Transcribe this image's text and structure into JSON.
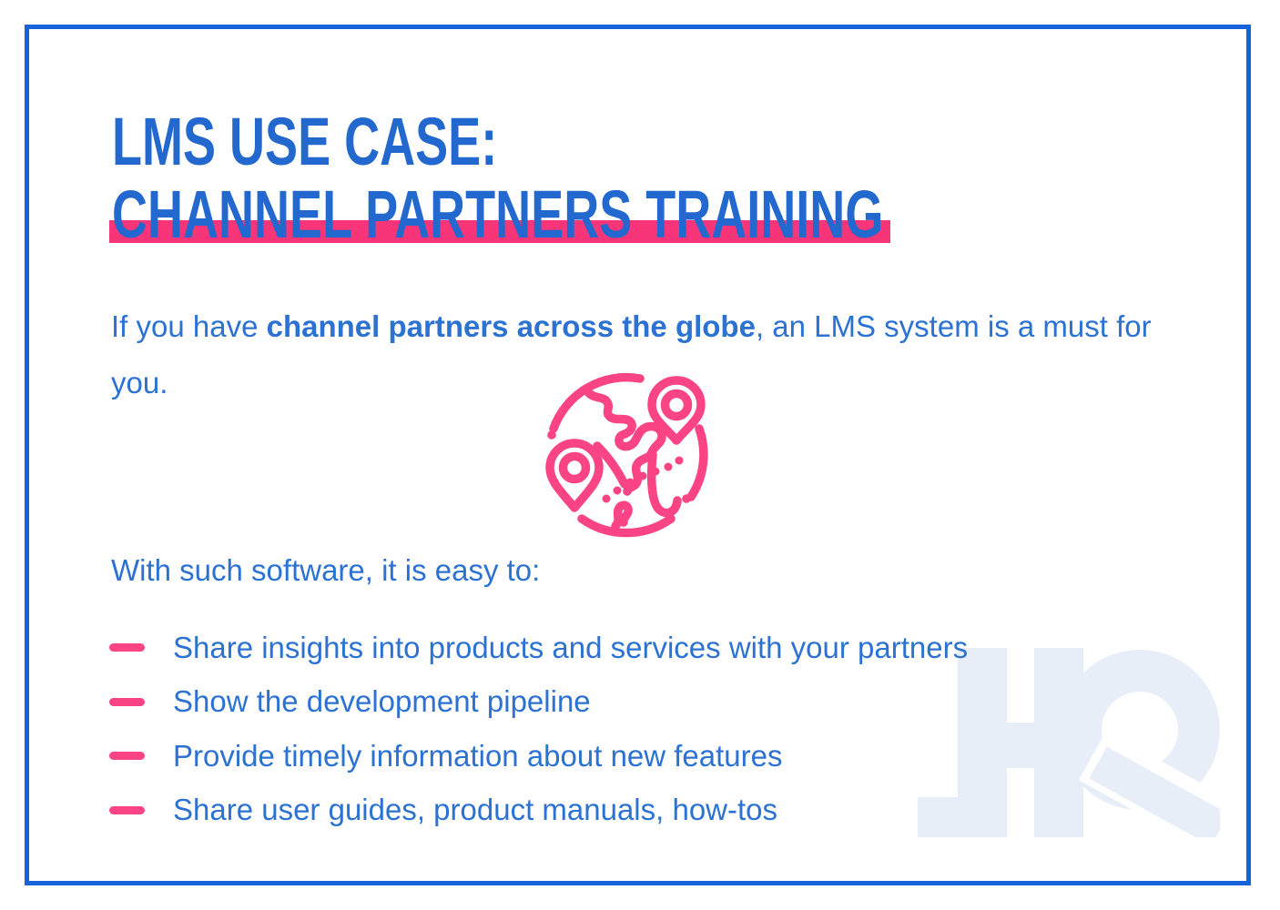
{
  "infographic": {
    "title": {
      "line1": "LMS USE CASE:",
      "line2": "CHANNEL PARTNERS TRAINING"
    },
    "intro": {
      "text_before_bold": "If you have ",
      "bold_text": "channel partners across the globe",
      "text_after_bold": ", an LMS system is a must for you."
    },
    "list_heading": "With such software, it is easy to:",
    "list_items": [
      "Share insights into products and services with your partners",
      "Show the development pipeline",
      "Provide timely information about new features",
      "Share user guides, product manuals, how-tos"
    ],
    "watermark_text": "HQ",
    "icons": {
      "globe": "globe-with-location-pins",
      "bullet_marker": "pink-dash"
    },
    "colors": {
      "heading_blue": "#2268CE",
      "body_blue": "#2C72D2",
      "frame_blue": "#1463D8",
      "highlight_pink": "#F93579",
      "icon_pink": "#FA4486",
      "watermark_blue": "#E8EEF8",
      "background": "#FFFFFF"
    }
  }
}
